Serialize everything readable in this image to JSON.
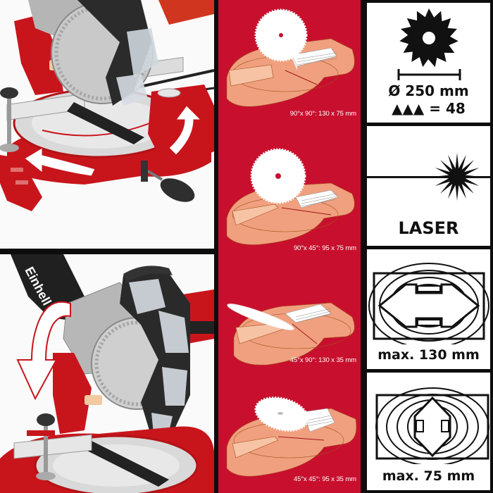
{
  "brand": "Einhell",
  "colors": {
    "brand_red": "#c8102e",
    "plate_salmon": "#f0a07e",
    "machine_red": "#c8151c",
    "frame_black": "#0d0d0d"
  },
  "photos": [
    {
      "name": "miter-rotation-photo",
      "description": "Miter saw turntable with rotation arrows"
    },
    {
      "name": "bevel-tilt-photo",
      "description": "Miter saw head with downward bevel arrow",
      "bag_text": "Einhell"
    }
  ],
  "cuts": [
    {
      "label": "90°x 90°: 130 x 75 mm",
      "mode": "straight"
    },
    {
      "label": "90°x 45°: 95 x 75 mm",
      "mode": "mitre"
    },
    {
      "label": "45°x 90°: 130 x 35 mm",
      "mode": "bevel"
    },
    {
      "label": "45°x 45°: 95 x 35 mm",
      "mode": "compound"
    }
  ],
  "specs": {
    "blade": {
      "diameter": "Ø 250 mm",
      "teeth": "▲▲▲ = 48",
      "icon": "saw-blade-icon"
    },
    "laser": {
      "label": "LASER",
      "icon": "laser-burst-icon"
    },
    "cut_width": {
      "label": "max. 130 mm",
      "icon": "width-arrows-wood-icon"
    },
    "cut_height": {
      "label": "max. 75 mm",
      "icon": "height-arrows-wood-icon"
    }
  }
}
